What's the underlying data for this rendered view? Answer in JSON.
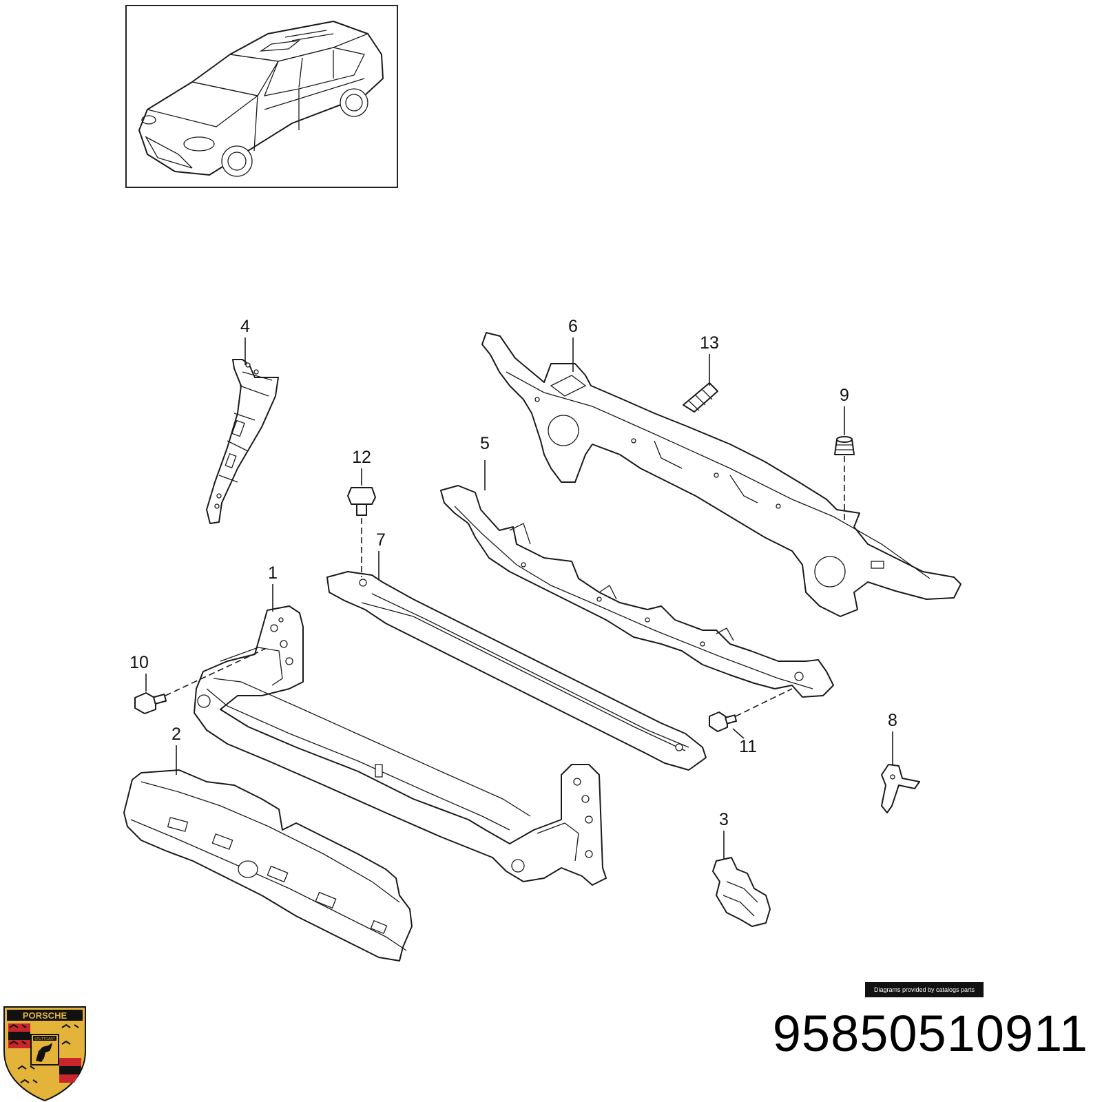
{
  "callouts": {
    "c1": "1",
    "c2": "2",
    "c3": "3",
    "c4": "4",
    "c5": "5",
    "c6": "6",
    "c7": "7",
    "c8": "8",
    "c9": "9",
    "c10": "10",
    "c11": "11",
    "c12": "12",
    "c13": "13"
  },
  "credit": "Diagrams provided by catalogs parts",
  "part_number": "95850510911",
  "logo": {
    "text": "PORSCHE",
    "sub": "STUTTGART",
    "colors": {
      "gold": "#e3b33a",
      "red": "#c8262c",
      "black": "#111111"
    }
  }
}
